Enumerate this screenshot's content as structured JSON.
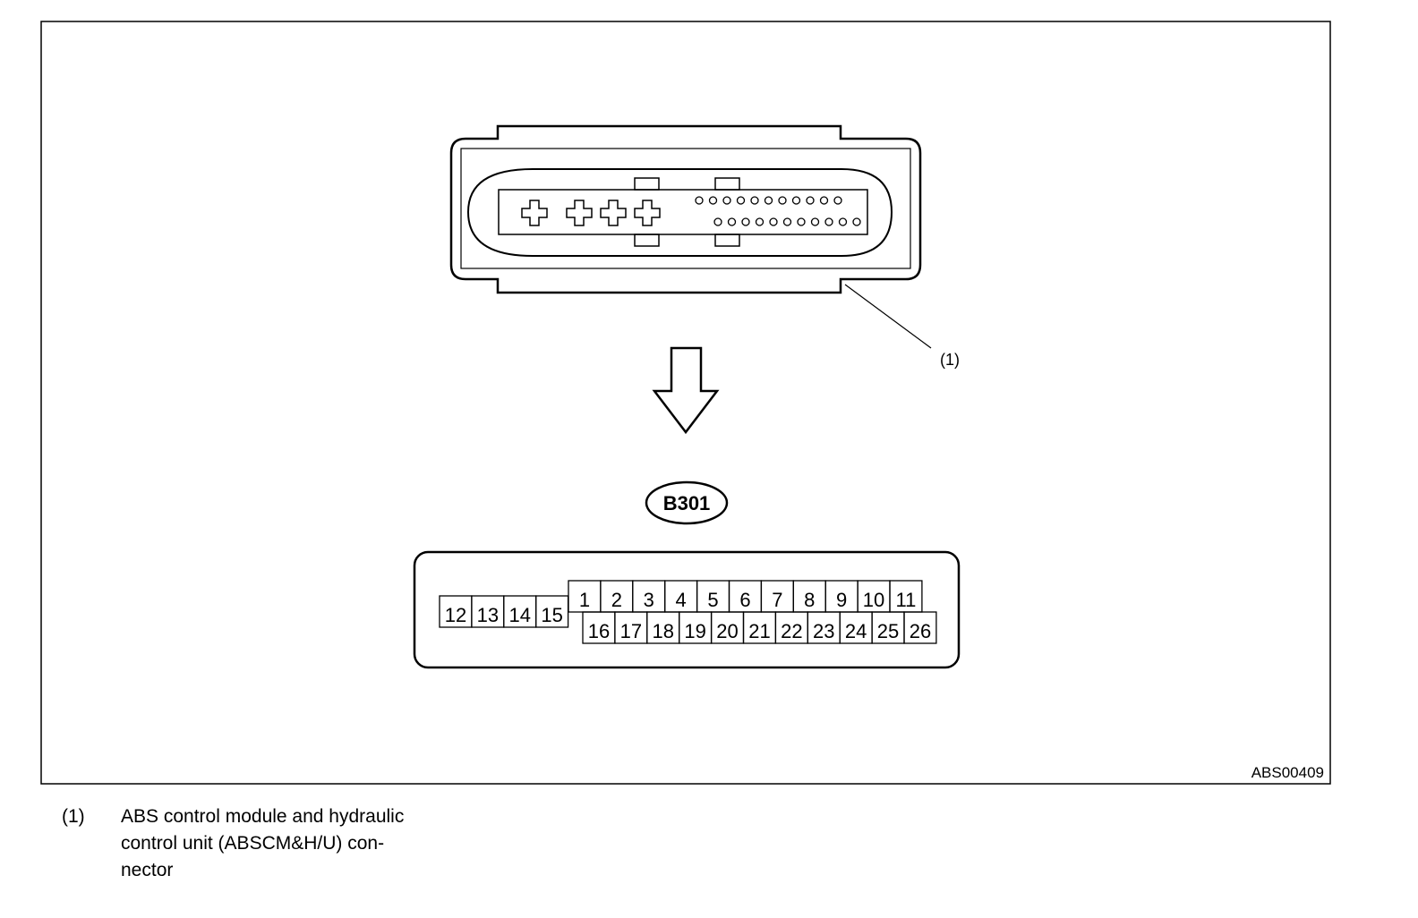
{
  "figure": {
    "callout_label": "(1)",
    "connector_code": "B301",
    "figure_id": "ABS00409"
  },
  "pin_grid": {
    "left_block": [
      "12",
      "13",
      "14",
      "15"
    ],
    "top_row": [
      "1",
      "2",
      "3",
      "4",
      "5",
      "6",
      "7",
      "8",
      "9",
      "10",
      "11"
    ],
    "bottom_row": [
      "16",
      "17",
      "18",
      "19",
      "20",
      "21",
      "22",
      "23",
      "24",
      "25",
      "26"
    ]
  },
  "connector_face": {
    "large_terminals": 4,
    "small_terminals_top_row": 11,
    "small_terminals_bottom_row": 11
  },
  "legend": {
    "number": "(1)",
    "line1": "ABS control module and hydraulic",
    "line2": "control unit (ABSCM&H/U) con-",
    "line3": "nector"
  }
}
